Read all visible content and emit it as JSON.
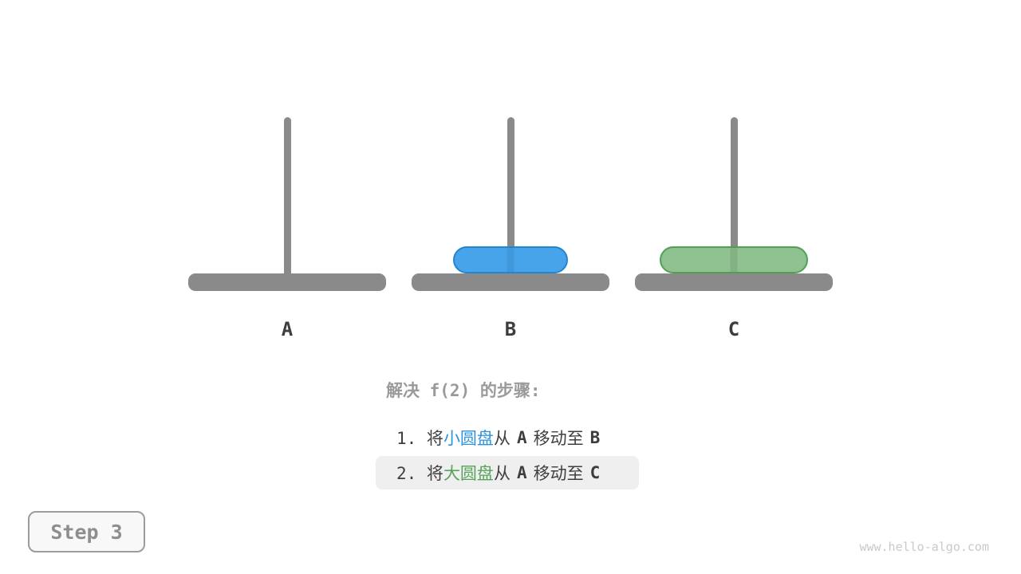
{
  "towers": [
    {
      "label": "A",
      "disks": []
    },
    {
      "label": "B",
      "disks": [
        "小圆盘"
      ]
    },
    {
      "label": "C",
      "disks": [
        "大圆盘"
      ]
    }
  ],
  "disks": {
    "small": {
      "name": "小圆盘",
      "fill": "#47a4ea",
      "border": "#2186cd",
      "on_peg": "B"
    },
    "large": {
      "name": "大圆盘",
      "fill": "#90c190",
      "border": "#53a053",
      "on_peg": "C"
    }
  },
  "steps_panel": {
    "title": "解决 f(2) 的步骤:",
    "rows": [
      {
        "highlighted": false,
        "segments": {
          "intro": "1. 将",
          "disk": "小圆盘",
          "after_disk": "从",
          "from": "A",
          "move": "移动至",
          "to": "B"
        }
      },
      {
        "highlighted": true,
        "segments": {
          "intro": "2. 将",
          "disk": "大圆盘",
          "after_disk": "从",
          "from": "A",
          "move": "移动至",
          "to": "C"
        }
      }
    ]
  },
  "step_badge": {
    "label": "Step 3"
  },
  "watermark": "www.hello-algo.com",
  "colors": {
    "peg_gray": "#8a8a8a",
    "label_dark": "#3d3d3d",
    "title_gray": "#9a9a9a",
    "row_text": "#3f3f3f",
    "small_disk_text": "#2e93db",
    "large_disk_text": "#58a35a",
    "highlight_bg": "#efefef",
    "badge_text": "#8e8e8e"
  }
}
